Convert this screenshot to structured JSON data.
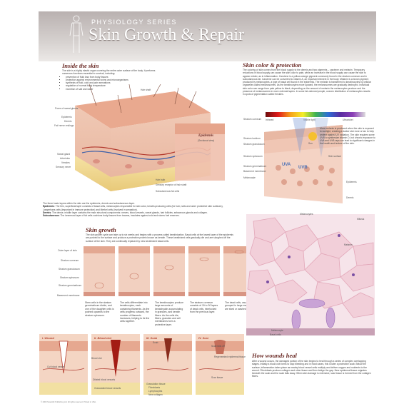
{
  "header": {
    "series": "PHYSIOLOGY SERIES",
    "title": "Skin Growth & Repair"
  },
  "inside": {
    "heading": "Inside the skin",
    "intro": "The skin is a highly elastic organ covering the entire outer surface of the body. It performs numerous functions essential to survival, including:",
    "bullets": [
      "prevention of fluid loss from body tissues",
      "protection against environmental toxins and microorganisms",
      "synthesis of fluid, cold and pain sensations",
      "regulation of normal body temperature",
      "excretion of salt and water"
    ],
    "labels": {
      "hair_shaft": "Hair shaft",
      "pores": "Pores of sweat glands",
      "epidermis": "Epidermis",
      "dermis": "Dermis",
      "fat": "Fat/ nerve endings",
      "sweat_gland": "Sweat gland",
      "arterioles": "Arterioles",
      "venules": "Venules",
      "sensory_nerve": "Sensory nerve",
      "hair_bulb": "Hair bulb",
      "sensory_receptor": "Sensory receptor of hair shaft",
      "subcutaneous": "Subcutaneous fat cells",
      "epidermis_big": "Epidermis",
      "cross_section": "(Sectional view)"
    },
    "layers_intro": "The three basic layers within the skin are the epidermis, dermis and subcutaneous layer.",
    "layers": [
      {
        "term": "Epidermis",
        "text": "The thin, superficial layer consists of basal cells, melanocytes responsible for skin color, keratin-producing cells (for hair, nails and outer protective skin surfaces), Langerhans cells (important in immune protection) and Merkel cells (involved in sensation)."
      },
      {
        "term": "Dermis",
        "text": "The dense, middle layer contains the main structural components: nerves, blood vessels, sweat glands, hair follicles, sebaceous glands and collagen."
      },
      {
        "term": "Subcutaneous",
        "text": "The innermost layer of fat cells cushions body tissues from trauma, insulates against cold and stores fuel reserves."
      }
    ]
  },
  "color": {
    "heading": "Skin color & protection",
    "text": "The coloring of skin comes from the blood supply to the dermis and two pigments – carotene and melanin. Temporary reductions in blood supply can cause the skin color to pale, while an increase in the blood supply can cause the skin to appear redder, as in inflammation. Carotene is a yellow-orange pigment commonly found in the stratum corneum and in subcutaneous fat. Carotene can be converted to vitamin A, an important element in the body. Melanin is a brown pigment produced by melanocytes, a type of basal cell found in the epidermis. The melanin is transferred to keratinocytes by cellular organelles called melanosomes. As the keratinocytes move upward, the melanosomes are gradually destroyed. Individual skin color can range from pale yellow to black, depending on the amount of melanin the melanocytes produce and the presence of melanosomes in more external layers. In some fair-skinned people, uneven distribution of melanocytes results in spots of pigmentation called freckles.",
    "spectrum": {
      "infrared": "Infrared",
      "visible": "Visible light",
      "ultraviolet": "Ultraviolet"
    },
    "uv_text": "More melanin is produced when the skin is exposed to sunlight, creating a darker skin tone or tan to help protect against UV radiation. The skin requires some UVB to synthesize vitamin D, but chronic exposure to UVA and UVB rays can lead to significant changes in the health and texture of the skin.",
    "layers": [
      "Stratum corneum",
      "Stratum lucidum",
      "Stratum granulosum",
      "Stratum spinosum",
      "Stratum germinativum",
      "Basement membrane",
      "Melanocyte"
    ],
    "uva": "UVA",
    "uvb": "UVB",
    "sun": "Sun",
    "surface": "Skin surface",
    "epidermis": "Epidermis",
    "dermis": "Dermis"
  },
  "growth": {
    "heading": "Skin growth",
    "text": "The skin growth cycle can take up to six weeks and begins with a process called keratinization. Basal cells at the lowest layer of the epidermis are pushed to the surface and produce a protective protein known as keratin. These keratinized cells gradually die and are sloughed off the surface of the skin. They are continually replaced by new keratinized basal cells.",
    "layer_labels": [
      "Outer layer of skin",
      "Stratum corneum",
      "Stratum granulosum",
      "Stratum spinosum",
      "Stratum germinativum",
      "Basement membrane"
    ],
    "steps": [
      "Stem cells in the stratum germinativum divide, and one of the daughter cells is pushed upwards to the stratum spinosum.",
      "The cells differentiate into keratinocytes, each containing filaments. As the cells progress outward, the number of filaments increases, helping to tie the cells together.",
      "The keratinocytes produce large amounts of keratohyalin accumulating in granules, and keratin fibers. As the cells die, fibers, granules and cell membranes form a protective layer.",
      "The stratum corneum consists of 15 to 30 layers of dead cells, interlocked from the previous layer.",
      "The dead cells, usually grouped in large masses, are shed or washed away."
    ],
    "melanocytes": "Melanocytes",
    "mitosis": "Mitosis",
    "melanin": "Melanin",
    "melanocyte": "Melanocyte",
    "basal_cell": "Basal cells"
  },
  "heal": {
    "panels": [
      {
        "title": "I. Wound",
        "labels": [
          "Cut blood vessel"
        ]
      },
      {
        "title": "II. Blood clot",
        "labels": [
          "Blood clot",
          "Dilated blood vessels",
          "Granulated blood vessels"
        ]
      },
      {
        "title": "III. Scab",
        "labels": [
          "Scab",
          "Granulation tissue",
          "Fibroblasts",
          "Lymphocytes",
          "New collagen"
        ]
      },
      {
        "title": "IV. Scar",
        "labels": [
          "Scab falls off",
          "Regenerated epidermal tissue",
          "Scar tissue"
        ]
      }
    ],
    "heading": "How wounds heal",
    "text": "After a wound occurs, the damaged portion of the skin begins to heal through a series of complex overlapping stages. Initially a blood clot forms to stop bleeding and in most cases, this is later a protective scab. Below the surface, inflammation takes place as nearby blood vessel cells multiply and deliver oxygen and nutrients to the wound. Fibroblasts produce collagen and other tissue and then bridge the gap. New epidermal tissue migrates beneath the scab and the scab falls away. When skin damage is extensive, scar tissue is formed from the collagen fibers."
  },
  "footnote": "© 2003 Scientific Publishing Ltd. All rights reserved. Printed in USA."
}
